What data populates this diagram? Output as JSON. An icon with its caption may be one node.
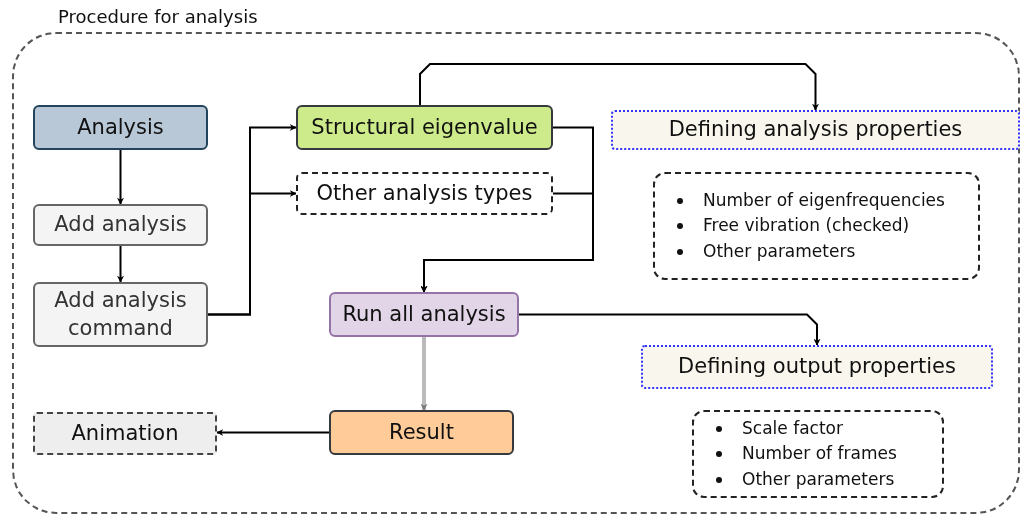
{
  "diagram": {
    "nodes": [
      {
        "text": [
          "Procedure for analysis"
        ]
      },
      {
        "text": [
          "Analysis"
        ],
        "in": 0
      },
      {
        "text": [
          "Add analysis"
        ],
        "in": 0
      },
      {
        "text": [
          "Add analysis command"
        ],
        "in": 0
      },
      {
        "text": [
          "Structural eigenvalue"
        ],
        "in": 0
      },
      {
        "text": [
          "Other analysis types"
        ],
        "in": 0
      },
      {
        "text": [
          "Run all analysis"
        ],
        "in": 0
      },
      {
        "text": [
          "Result"
        ],
        "in": 0
      },
      {
        "text": [
          "Animation"
        ],
        "in": 0
      },
      {
        "text": [
          "Defining analysis properties"
        ],
        "in": 0
      },
      {
        "text": [
          "Number of eigenfrequencies",
          "Free vibration (checked)",
          "Other parameters"
        ],
        "in": 0
      },
      {
        "text": [
          "Defining output properties"
        ],
        "in": 0
      },
      {
        "text": [
          "Scale factor",
          "Number of frames",
          "Other parameters"
        ],
        "in": 0
      }
    ],
    "edges": [
      {
        "from": 1,
        "to": 2,
        "arrow": "to"
      },
      {
        "from": 2,
        "to": 3,
        "arrow": "to"
      },
      {
        "from": 3,
        "to": 4,
        "arrow": "to"
      },
      {
        "from": 3,
        "to": 5,
        "arrow": "to"
      },
      {
        "from": 4,
        "to": 6,
        "arrow": "to"
      },
      {
        "from": 5,
        "to": 6,
        "arrow": "to"
      },
      {
        "from": 4,
        "to": 9,
        "arrow": "to"
      },
      {
        "from": 6,
        "to": 11,
        "arrow": "to"
      },
      {
        "from": 6,
        "to": 7,
        "arrow": "to",
        "style": "thick",
        "color": "#bbbbbb"
      },
      {
        "from": 7,
        "to": 8,
        "arrow": "to"
      }
    ]
  }
}
